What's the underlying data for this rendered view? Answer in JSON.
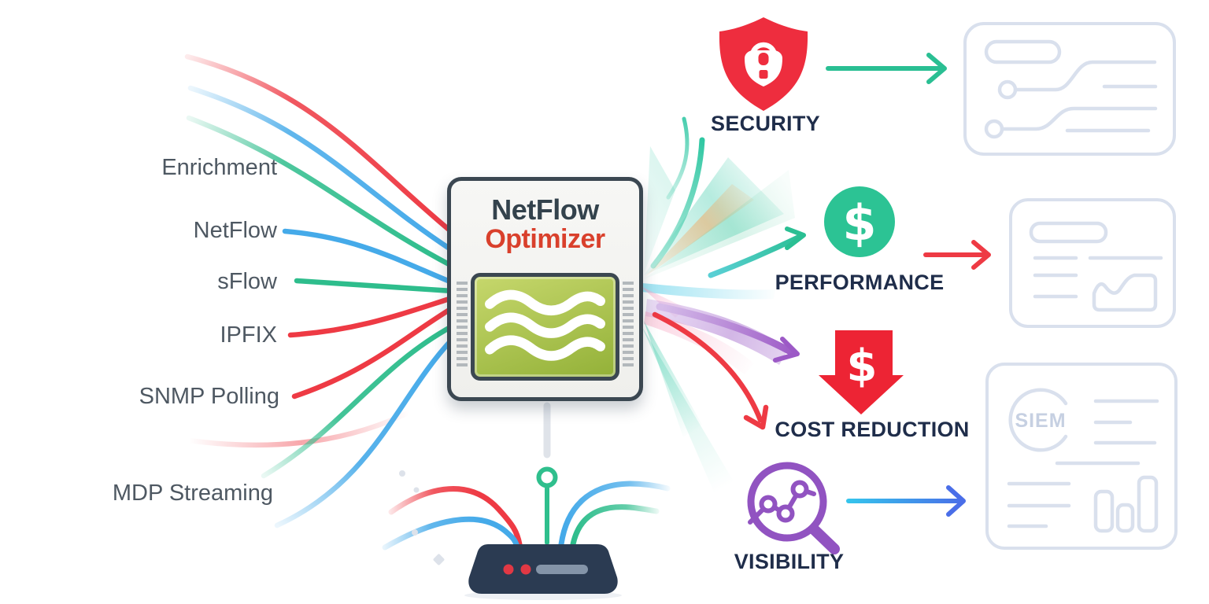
{
  "diagram": {
    "title_product_line1": "NetFlow",
    "title_product_line2": "Optimizer"
  },
  "inputs": {
    "items": [
      {
        "label": "Enrichment"
      },
      {
        "label": "NetFlow"
      },
      {
        "label": "sFlow"
      },
      {
        "label": "IPFIX"
      },
      {
        "label": "SNMP Polling"
      },
      {
        "label": "MDP Streaming"
      }
    ]
  },
  "outputs": {
    "security": {
      "label": "SECURITY",
      "icon": "shield-lock-icon",
      "icon_color": "#ee2d3e",
      "arrow_color": "#2abf93"
    },
    "performance": {
      "label": "PERFORMANCE",
      "icon": "dollar-circle-icon",
      "icon_glyph": "$",
      "icon_color": "#2cc394",
      "arrow_color": "#ee3a44"
    },
    "cost_reduction": {
      "label": "COST REDUCTION",
      "icon": "dollar-down-arrow-icon",
      "icon_glyph": "$",
      "icon_color": "#ed2434",
      "arrow_color": "#9c59c6"
    },
    "visibility": {
      "label": "VISIBILITY",
      "icon": "magnifier-chart-icon",
      "icon_color": "#9153c1",
      "arrow_color_start": "#35c4ec",
      "arrow_color_end": "#4a6ee8"
    }
  },
  "destinations": {
    "siem_card": {
      "label": "SIEM"
    }
  },
  "palette": {
    "flow_red": "#ee3a44",
    "flow_blue": "#45aae9",
    "flow_green": "#2ebd8c",
    "fan_teal": "#3ecbaa",
    "fan_orange": "#f6a55c",
    "fan_pink": "#f6aac8",
    "fan_purple": "#9c59c6",
    "label_dark": "#1f2d4a",
    "input_label_gray": "#4e5862",
    "card_outline": "#d9e0ed",
    "router_navy": "#2b3b52",
    "chip_green": "#a5c04a",
    "optimizer_red": "#d9402c"
  }
}
